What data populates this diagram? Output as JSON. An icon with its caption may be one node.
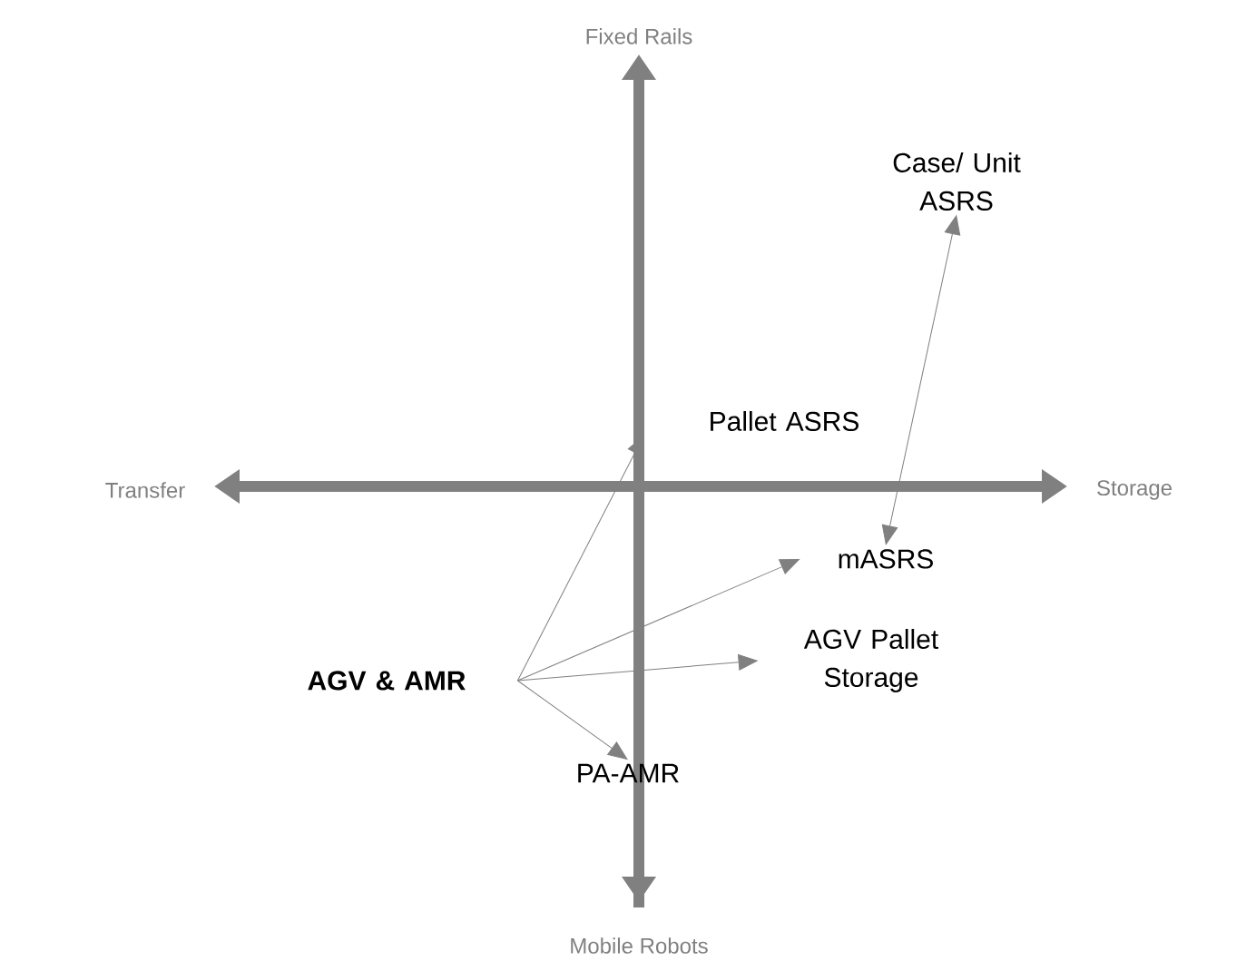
{
  "diagram": {
    "nodes": [
      {
        "text": [
          "Case/ Unit ASRS"
        ]
      },
      {
        "text": [
          "Pallet ASRS"
        ]
      },
      {
        "text": [
          "mASRS"
        ]
      },
      {
        "text": [
          "AGV Pallet Storage"
        ]
      },
      {
        "text": [
          "AGV & AMR"
        ]
      },
      {
        "text": [
          "PA-AMR"
        ]
      }
    ],
    "edges": [
      {
        "from": 4,
        "to": 1,
        "arrow": "to"
      },
      {
        "from": 4,
        "to": 2,
        "arrow": "to"
      },
      {
        "from": 4,
        "to": 3,
        "arrow": "to"
      },
      {
        "from": 4,
        "to": 5,
        "arrow": "to"
      },
      {
        "from": 2,
        "to": 0,
        "arrow": "both"
      }
    ],
    "labels": [
      "Fixed Rails",
      "Transfer",
      "Storage",
      "Mobile Robots"
    ]
  }
}
